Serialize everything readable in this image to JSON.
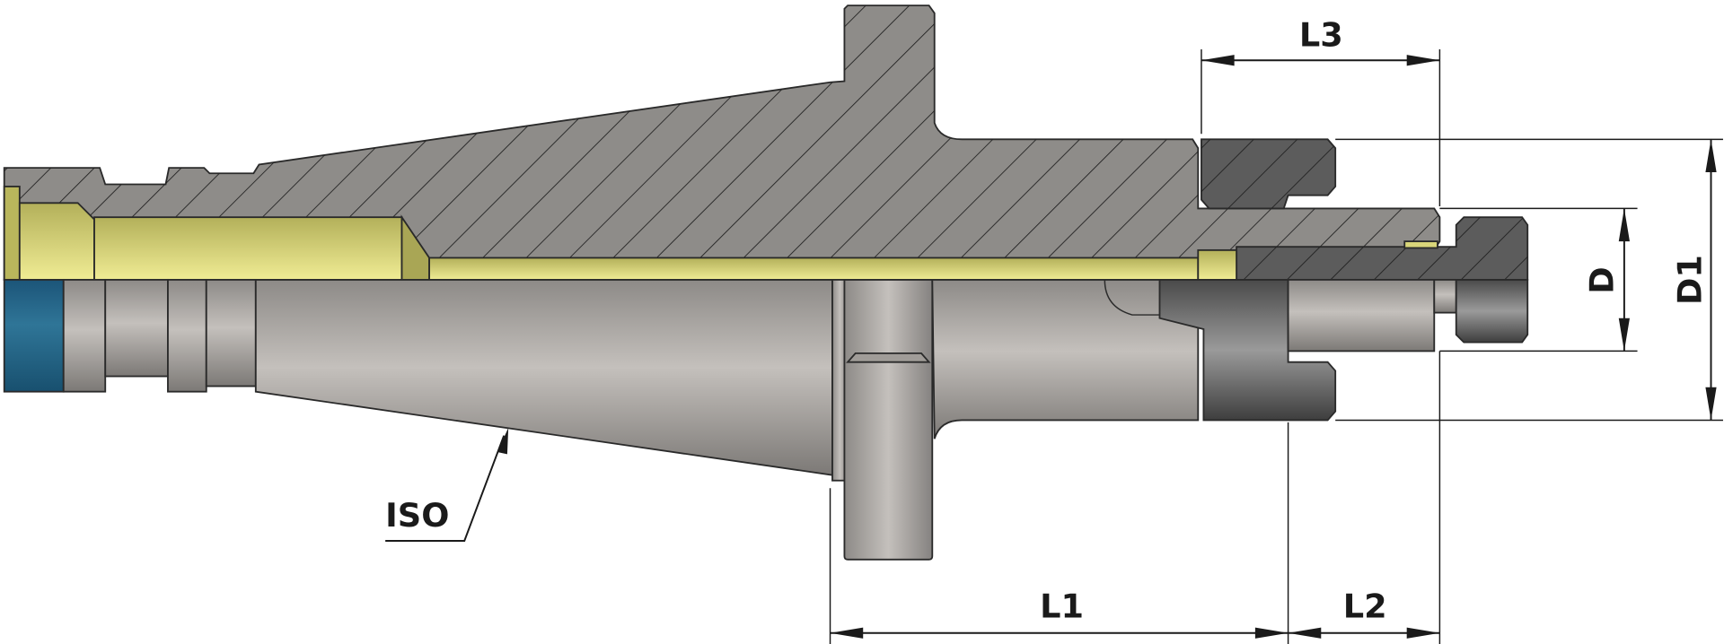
{
  "drawing": {
    "labels": {
      "iso": "ISO",
      "l1": "L1",
      "l2": "L2",
      "l3": "L3",
      "d": "D",
      "d1": "D1"
    },
    "colors": {
      "body_section": "#8e8c89",
      "nut_section": "#5c5c5c",
      "drawbar": "#d9d67a",
      "retention_knob": "#22618a",
      "dimension_lines": "#1a1a1a"
    }
  }
}
